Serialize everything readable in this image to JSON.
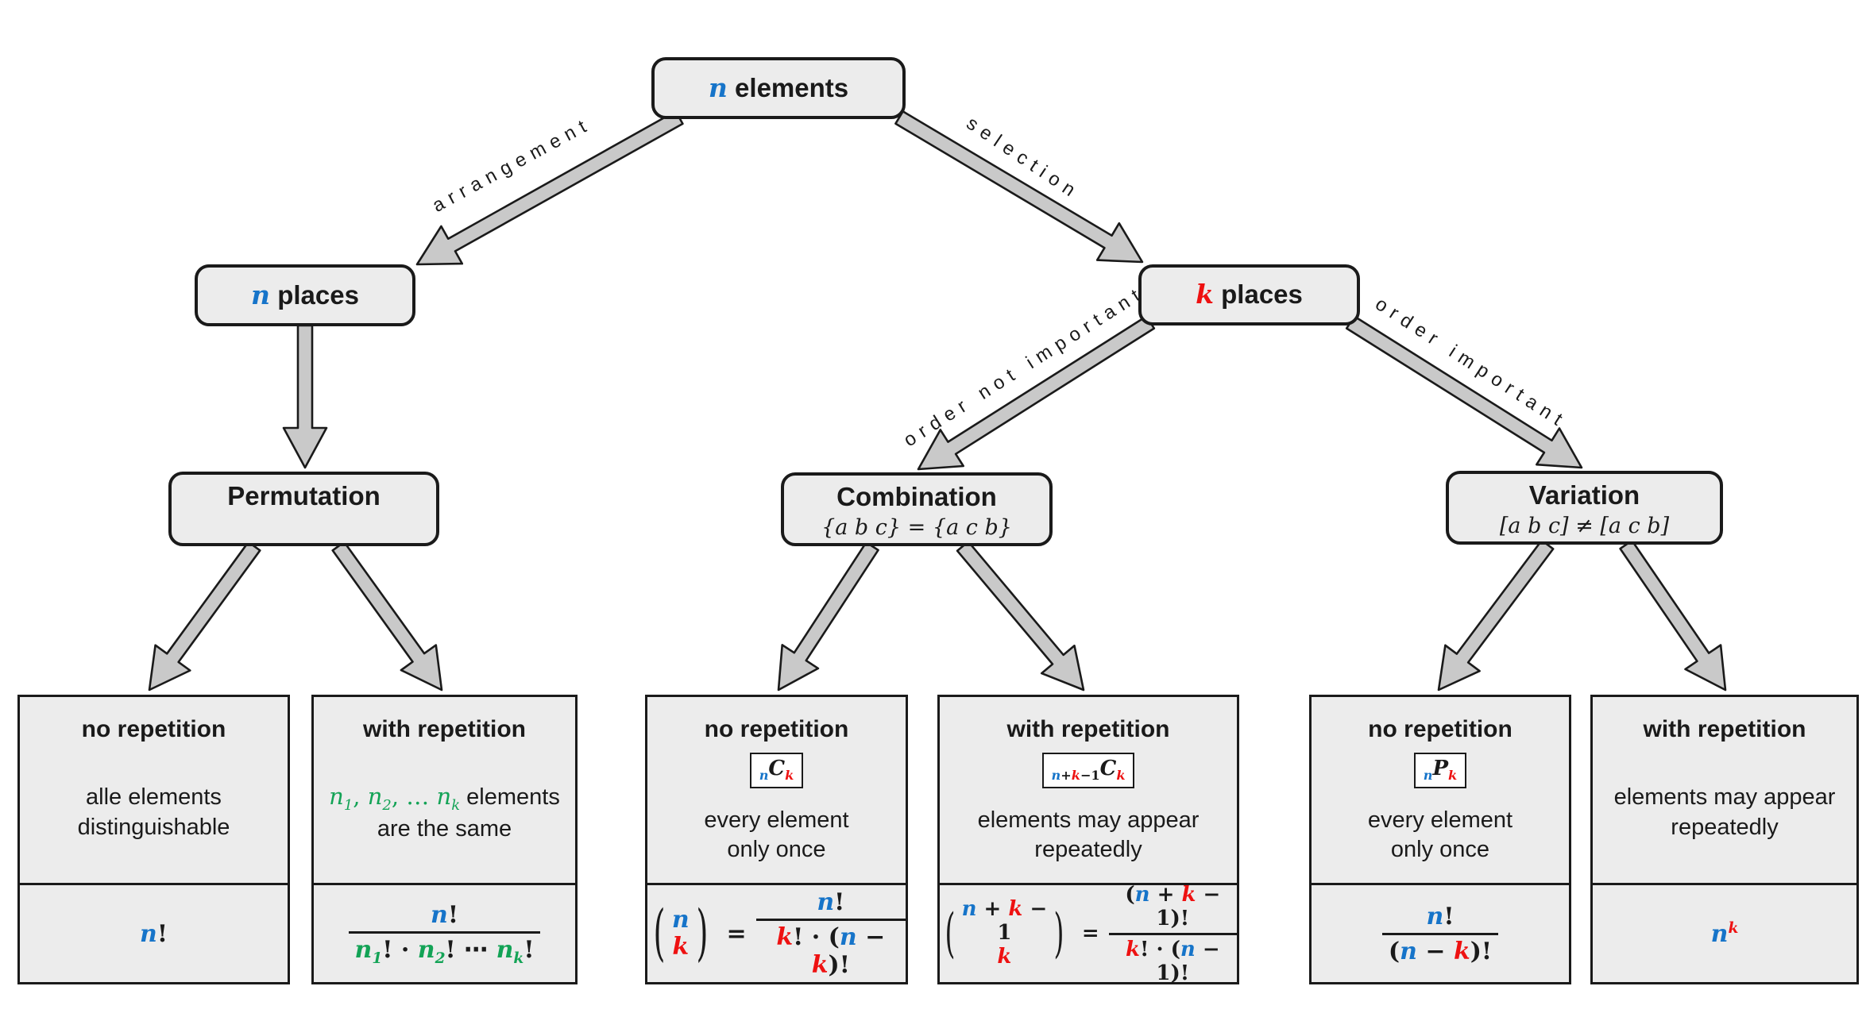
{
  "colors": {
    "blue": "#1674c9",
    "red": "#ee1111",
    "green": "#13a356",
    "box_fill": "#ececec",
    "arrow_fill": "#c9c9c9",
    "outline": "#1a1a1a"
  },
  "glyphs": {
    "lparen": "(",
    "rparen": ")"
  },
  "nodes": {
    "root": {
      "title": [
        [
          "n",
          "b"
        ],
        [
          " elements",
          "k",
          "t"
        ]
      ]
    },
    "n_places": {
      "title": [
        [
          "n",
          "b"
        ],
        [
          " places",
          "k",
          "t"
        ]
      ]
    },
    "k_places": {
      "title": [
        [
          "k",
          "r"
        ],
        [
          " places",
          "k",
          "t"
        ]
      ]
    },
    "permutation": {
      "title": [
        [
          "Permutation",
          "k",
          "t"
        ]
      ]
    },
    "combination": {
      "title": [
        [
          "Combination",
          "k",
          "t"
        ]
      ],
      "subtitle": [
        [
          "{a b c} = {a c b}",
          "k",
          "l"
        ]
      ]
    },
    "variation": {
      "title": [
        [
          "Variation",
          "k",
          "t"
        ]
      ],
      "subtitle": [
        [
          "[a b c] ≠ [a c b]",
          "k",
          "l"
        ]
      ]
    }
  },
  "edge_labels": {
    "arrangement": "arrangement",
    "selection": "selection",
    "order_not_important": "order not important",
    "order_important": "order important"
  },
  "cells": [
    {
      "title": "no repetition",
      "desc1": "alle elements",
      "desc2": "distinguishable",
      "formula": [
        [
          "n",
          "b"
        ],
        [
          "!",
          "k",
          "u"
        ]
      ]
    },
    {
      "title": "with repetition",
      "desc1_math": [
        [
          "n",
          "g"
        ],
        [
          "1",
          "g",
          "s"
        ],
        [
          ", ",
          "g",
          "u"
        ],
        [
          "n",
          "g"
        ],
        [
          "2",
          "g",
          "s"
        ],
        [
          ", … ",
          "g",
          "u"
        ],
        [
          "n",
          "g"
        ],
        [
          "k",
          "g",
          "s"
        ],
        [
          " elements",
          "k",
          "t"
        ]
      ],
      "desc2": "are the same",
      "num": [
        [
          "n",
          "b"
        ],
        [
          "!",
          "k",
          "u"
        ]
      ],
      "den": [
        [
          "n",
          "g"
        ],
        [
          "1",
          "g",
          "s"
        ],
        [
          "! · ",
          "k",
          "u"
        ],
        [
          "n",
          "g"
        ],
        [
          "2",
          "g",
          "s"
        ],
        [
          "! ⋯ ",
          "k",
          "u"
        ],
        [
          "n",
          "g"
        ],
        [
          "k",
          "g",
          "s"
        ],
        [
          "!",
          "k",
          "u"
        ]
      ]
    },
    {
      "title": "no repetition",
      "badge": [
        [
          "n",
          "b",
          "s"
        ],
        [
          "C",
          "k"
        ],
        [
          "k",
          "r",
          "s"
        ]
      ],
      "desc1": "every element",
      "desc2": "only once",
      "binom_top": [
        [
          "n",
          "b"
        ]
      ],
      "binom_bot": [
        [
          "k",
          "r"
        ]
      ],
      "eq": [
        [
          "=",
          "k",
          "u"
        ]
      ],
      "num": [
        [
          "n",
          "b"
        ],
        [
          "!",
          "k",
          "u"
        ]
      ],
      "den": [
        [
          "k",
          "r"
        ],
        [
          "! · (",
          "k",
          "u"
        ],
        [
          "n",
          "b"
        ],
        [
          " − ",
          "k",
          "u"
        ],
        [
          "k",
          "r"
        ],
        [
          ")!",
          "k",
          "u"
        ]
      ]
    },
    {
      "title": "with repetition",
      "badge": [
        [
          "n",
          "b",
          "s"
        ],
        [
          "+",
          "k",
          "us"
        ],
        [
          "k",
          "r",
          "s"
        ],
        [
          "−1",
          "k",
          "us"
        ],
        [
          "C",
          "k"
        ],
        [
          "k",
          "r",
          "s"
        ]
      ],
      "desc1": "elements may appear",
      "desc2": "repeatedly",
      "binom_top": [
        [
          "n",
          "b"
        ],
        [
          " + ",
          "k",
          "u"
        ],
        [
          "k",
          "r"
        ],
        [
          " − 1",
          "k",
          "u"
        ]
      ],
      "binom_bot": [
        [
          "k",
          "r"
        ]
      ],
      "eq": [
        [
          "=",
          "k",
          "u"
        ]
      ],
      "num": [
        [
          "(",
          "k",
          "u"
        ],
        [
          "n",
          "b"
        ],
        [
          " + ",
          "k",
          "u"
        ],
        [
          "k",
          "r"
        ],
        [
          " − 1)!",
          "k",
          "u"
        ]
      ],
      "den": [
        [
          "k",
          "r"
        ],
        [
          "! · (",
          "k",
          "u"
        ],
        [
          "n",
          "b"
        ],
        [
          " − 1)!",
          "k",
          "u"
        ]
      ]
    },
    {
      "title": "no repetition",
      "badge": [
        [
          "n",
          "b",
          "s"
        ],
        [
          "P",
          "k"
        ],
        [
          "k",
          "r",
          "s"
        ]
      ],
      "desc1": "every element",
      "desc2": "only once",
      "num": [
        [
          "n",
          "b"
        ],
        [
          "!",
          "k",
          "u"
        ]
      ],
      "den": [
        [
          "(",
          "k",
          "u"
        ],
        [
          "n",
          "b"
        ],
        [
          " − ",
          "k",
          "u"
        ],
        [
          "k",
          "r"
        ],
        [
          ")!",
          "k",
          "u"
        ]
      ]
    },
    {
      "title": "with repetition",
      "desc1": "elements may appear",
      "desc2": "repeatedly",
      "formula": [
        [
          "n",
          "b"
        ],
        [
          "k",
          "r",
          "S"
        ]
      ]
    }
  ]
}
